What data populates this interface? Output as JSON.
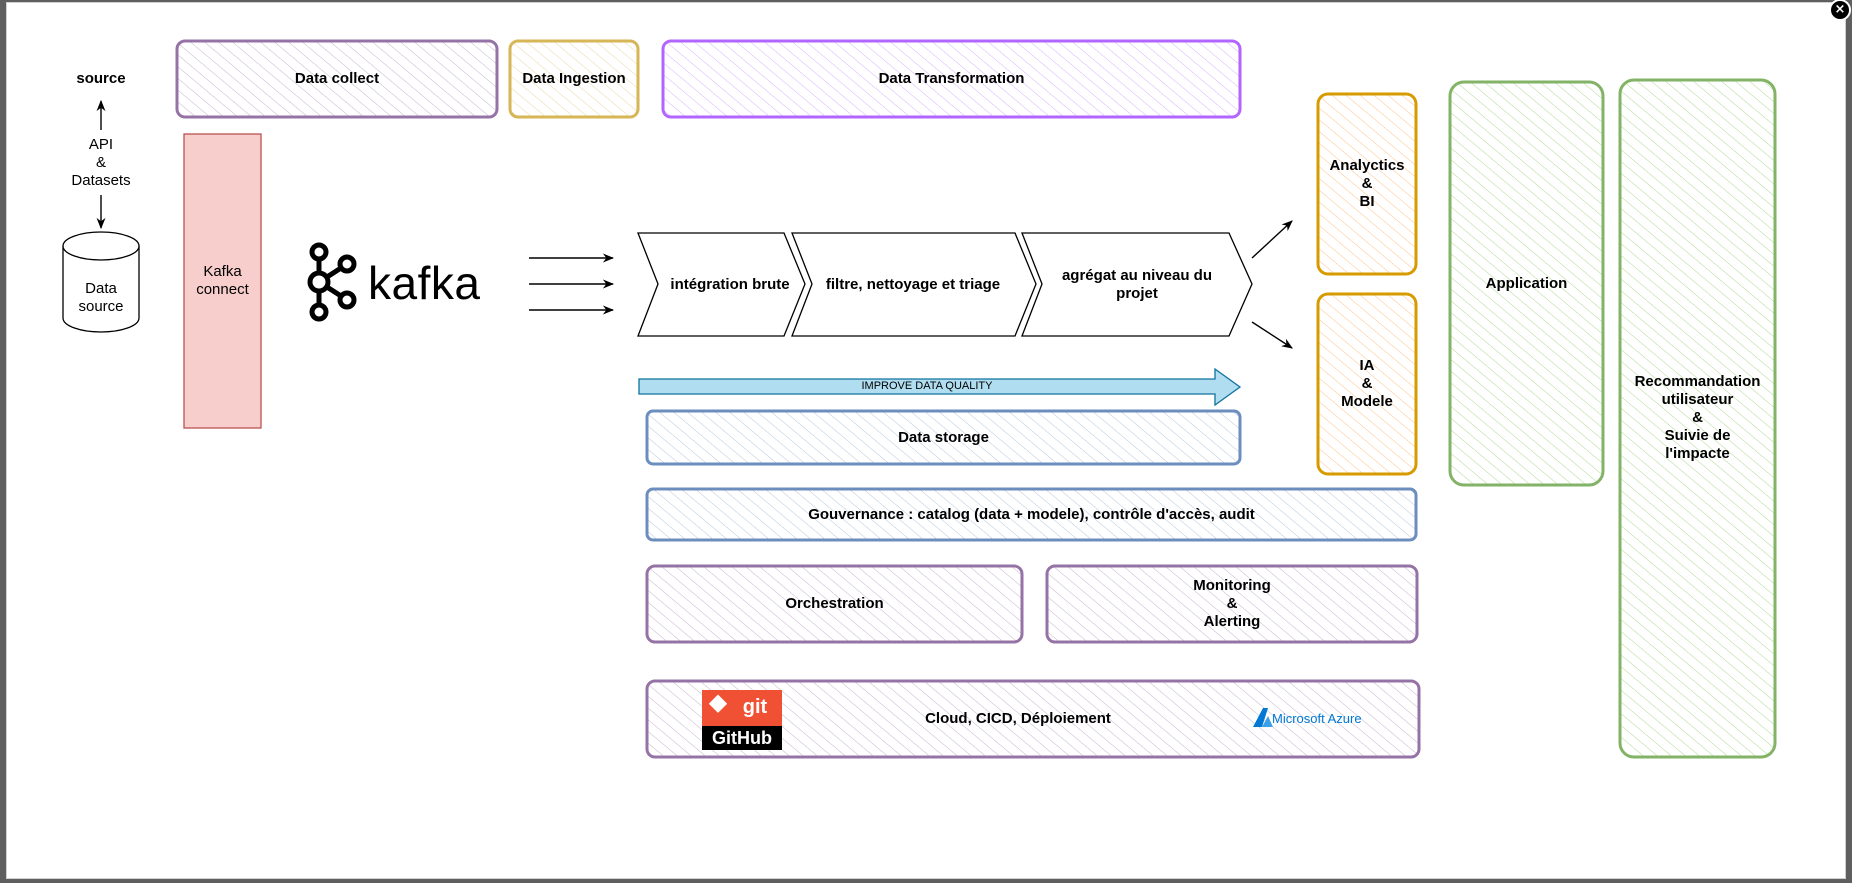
{
  "close_label": "×",
  "colors": {
    "purple": "#9673a6",
    "purple_fill": "#e1d5e7",
    "gold": "#d6b656",
    "gold_fill": "#fff2cc",
    "violet": "#b266ff",
    "violet_fill": "#e5ccff",
    "blue": "#6c8ebf",
    "blue_fill": "#dae8fc",
    "red": "#b85450",
    "red_fill": "#f8cecc",
    "orange": "#d79b00",
    "orange_fill": "#ffe6cc",
    "green": "#82b366",
    "green_fill": "#d5e8d4",
    "arrow_blue": "#10739e",
    "arrow_blue_fill": "#b1ddf0",
    "git_red": "#f05033"
  },
  "source": {
    "title": "source",
    "api": "API\n&\nDatasets",
    "db": "Data\nsource"
  },
  "headers": {
    "collect": "Data collect",
    "ingestion": "Data Ingestion",
    "transformation": "Data Transformation"
  },
  "kafka_connect": "Kafka\nconnect",
  "kafka_logo": "kafka",
  "steps": [
    "intégration brute",
    "filtre, nettoyage et triage",
    "agrégat au niveau du\nprojet"
  ],
  "quality_arrow": "IMPROVE DATA QUALITY",
  "storage": "Data storage",
  "governance": "Gouvernance : catalog (data + modele), contrôle d'accès, audit",
  "orchestration": "Orchestration",
  "monitoring": "Monitoring\n&\nAlerting",
  "cloud": "Cloud, CICD, Déploiement",
  "git_logo": {
    "top": "git",
    "bottom": "GitHub"
  },
  "azure_logo": "Microsoft Azure",
  "outputs": {
    "analytics": "Analyctics\n&\nBI",
    "ia": "IA\n&\nModele",
    "application": "Application",
    "reco": "Recommandation\nutilisateur\n&\nSuivie de\nl'impacte"
  }
}
